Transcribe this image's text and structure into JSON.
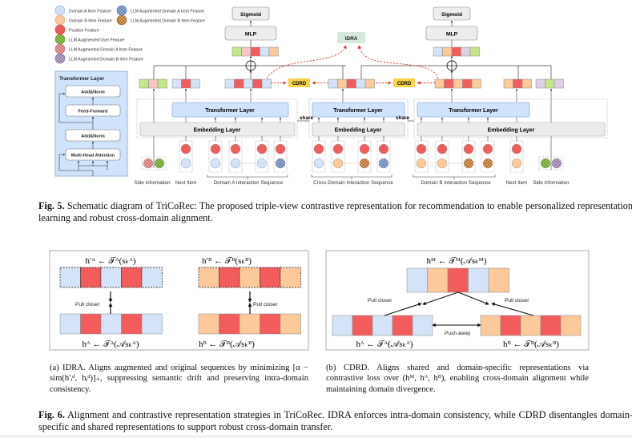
{
  "legend": {
    "items": [
      {
        "label": "Domain A Item Feature",
        "color": "#cfe0f5",
        "pattern": "solid"
      },
      {
        "label": "Domain B Item Feature",
        "color": "#fbc89a",
        "pattern": "solid"
      },
      {
        "label": "Position Feature",
        "color": "#f05a5a",
        "pattern": "solid"
      },
      {
        "label": "LLM Augmented User Feature",
        "color": "#9ccf5a",
        "pattern": "hatched"
      },
      {
        "label": "LLM Augmented Domain A Item Feature",
        "color": "#f2a9a9",
        "pattern": "hatched"
      },
      {
        "label": "LLM Augmented Domain B Item Feature",
        "color": "#c9b3d6",
        "pattern": "hatched"
      },
      {
        "label": "LLM Augmented Domain A Item Feature",
        "color": "#9fb8e0",
        "pattern": "hatched"
      },
      {
        "label": "LLM Augmented Domain B Item Feature",
        "color": "#e8a464",
        "pattern": "hatched"
      }
    ]
  },
  "colors": {
    "domainA": "#d4e3f7",
    "domainB": "#fcc99b",
    "position": "#f25c5c",
    "llmUser": "#c5e58a",
    "llmA": "#f7c5c5",
    "llmB": "#ddd0e6",
    "transformer": "#cfe3fb",
    "embedding": "#ececec",
    "idra": "#d6e8d9",
    "cdrd": "#f9d24a",
    "dashRed": "#e03a2f"
  },
  "fig5": {
    "inset": {
      "title": "Transformer Layer",
      "blocks": [
        "Add&Norm",
        "Feed-Forward",
        "Add&Norm",
        "Multi-Head Attention"
      ]
    },
    "heads": {
      "sigmoid": "Sigmoid",
      "mlp": "MLP"
    },
    "idra_label": "IDRA",
    "cdrd_label": "CDRD",
    "transformer_label": "Transformer Layer",
    "embedding_label": "Embedding Layer",
    "share_label": "share",
    "group_labels": [
      "Side Information",
      "Next Item",
      "Domain A Interaction Sequence",
      "Cross-Domain Interaction Sequence",
      "Domain B Interaction Sequence",
      "Next Item",
      "Side Information"
    ],
    "caption_prefix": "Fig. 5.",
    "caption": "Schematic diagram of TriCoRec: The proposed triple-view contrastive representation for recommendation to enable personalized representation learning and robust cross-domain alignment."
  },
  "fig6": {
    "a": {
      "top_formula_left": "h′ᴬ ← 𝒯ᴬ(sₖᴬ)",
      "bottom_formula_left": "hᴬ ← 𝒯ᴬ(𝒜sₖᴬ)",
      "top_formula_right": "h′ᴮ ← 𝒯ᴮ(sₖᴮ)",
      "bottom_formula_right": "hᴮ ← 𝒯ᴮ(𝒜sₖᴮ)",
      "pull_label": "Pull closer",
      "caption": "(a) IDRA. Aligns augmented and original sequences by minimizing [α − sim(h′ᵢᵈ, hᵢᵈ)]₊, suppressing semantic drift and preserving intra-domain consistency."
    },
    "b": {
      "top_formula": "hᴹ ← 𝒯ᴹ(𝒜sₖᴹ)",
      "bottom_formula_left": "hᴬ ← 𝒯ᴬ(𝒜sₖᴬ)",
      "bottom_formula_right": "hᴮ ← 𝒯ᴮ(𝒜sₖᴮ)",
      "pull_label_left": "Pull closer",
      "pull_label_right": "Pull closer",
      "push_label": "Push away",
      "caption": "(b) CDRD. Aligns shared and domain-specific representations via contrastive loss over (hᴹ, hᴬ, hᴮ), enabling cross-domain alignment while maintaining domain divergence."
    },
    "caption_prefix": "Fig. 6.",
    "caption": "Alignment and contrastive representation strategies in TriCoRec. IDRA enforces intra-domain consistency, while CDRD disentangles domain-specific and shared representations to support robust cross-domain transfer."
  }
}
